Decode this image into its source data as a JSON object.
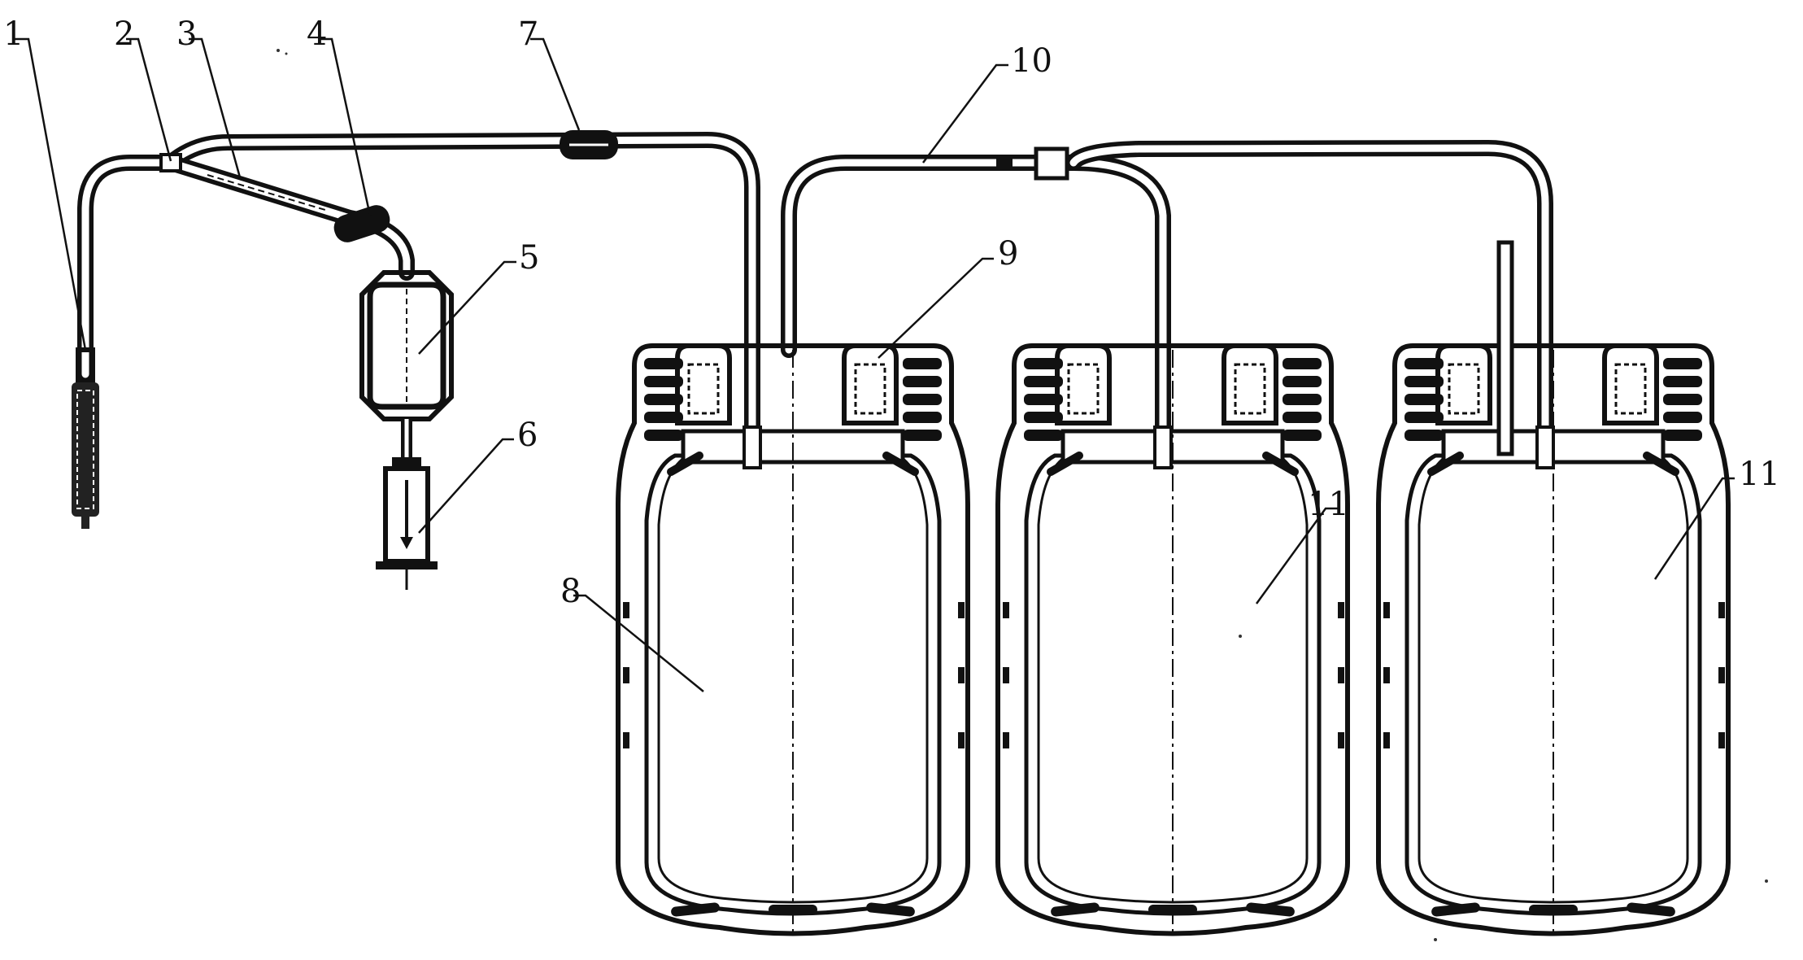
{
  "labels": {
    "l1": "1",
    "l2": "2",
    "l3": "3",
    "l4": "4",
    "l5": "5",
    "l6": "6",
    "l7": "7",
    "l8": "8",
    "l9": "9",
    "l10": "10",
    "l11a": "11",
    "l11b": "11"
  }
}
